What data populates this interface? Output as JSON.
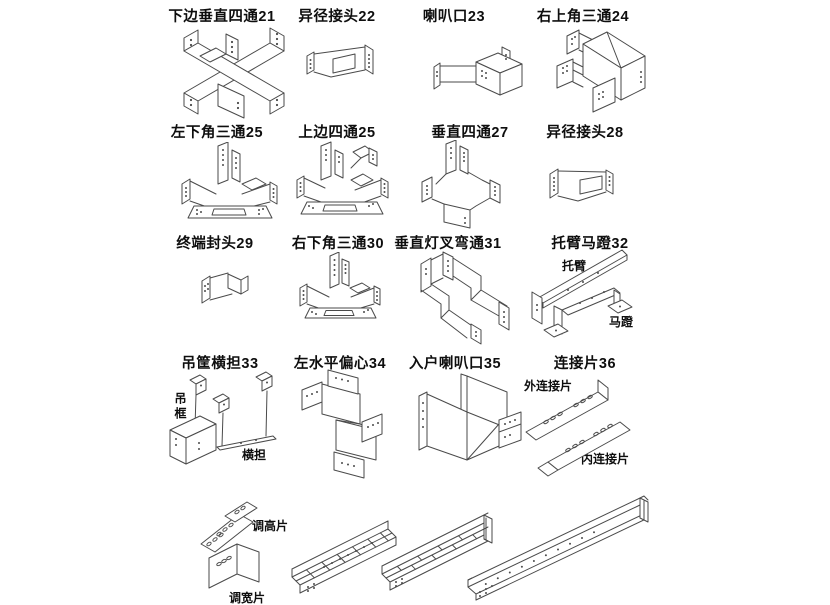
{
  "page": {
    "background": "#ffffff",
    "line_color": "#4a4a4a",
    "text_color": "#0e0e0e"
  },
  "items": [
    {
      "id": 21,
      "label": "下边垂直四通21"
    },
    {
      "id": 22,
      "label": "异径接头22"
    },
    {
      "id": 23,
      "label": "喇叭口23"
    },
    {
      "id": 24,
      "label": "右上角三通24"
    },
    {
      "id": 25,
      "label": "左下角三通25"
    },
    {
      "id": 26,
      "label": "上边四通25"
    },
    {
      "id": 27,
      "label": "垂直四通27"
    },
    {
      "id": 28,
      "label": "异径接头28"
    },
    {
      "id": 29,
      "label": "终端封头29"
    },
    {
      "id": 30,
      "label": "右下角三通30"
    },
    {
      "id": 31,
      "label": "垂直灯叉弯通31"
    },
    {
      "id": 32,
      "label": "托臂马蹬32",
      "sublabels": {
        "arm": "托臂",
        "stirrup": "马蹬"
      }
    },
    {
      "id": 33,
      "label": "吊筐横担33",
      "sublabels": {
        "frame": "吊框",
        "crossarm": "横担"
      }
    },
    {
      "id": 34,
      "label": "左水平偏心34"
    },
    {
      "id": 35,
      "label": "入户喇叭口35"
    },
    {
      "id": 36,
      "label": "连接片36",
      "sublabels": {
        "outer": "外连接片",
        "inner": "内连接片"
      }
    }
  ],
  "bottom": {
    "height_plate_label": "调高片",
    "width_plate_label": "调宽片"
  }
}
